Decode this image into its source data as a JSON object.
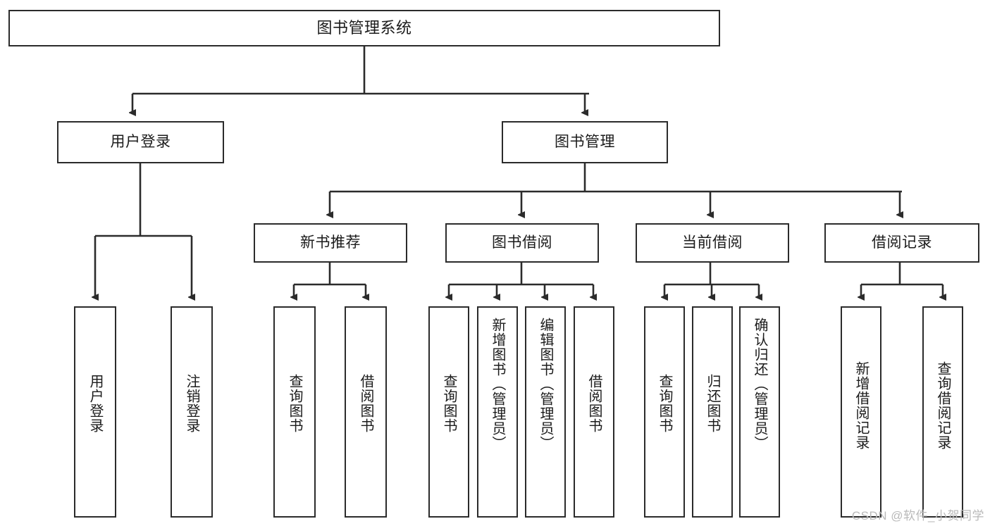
{
  "diagram": {
    "title": "图书管理系统",
    "type": "tree",
    "colors": {
      "box_border": "#2b2b2b",
      "box_fill": "#ffffff",
      "edge": "#2b2b2b",
      "text": "#1b1b1b",
      "watermark": "#b9b9b9"
    },
    "nodes": {
      "root": {
        "label": "图书管理系统"
      },
      "level1": [
        {
          "id": "user-login",
          "label": "用户登录"
        },
        {
          "id": "book-manage",
          "label": "图书管理"
        }
      ],
      "level2": [
        {
          "id": "new-book-recommend",
          "label": "新书推荐"
        },
        {
          "id": "book-borrow",
          "label": "图书借阅"
        },
        {
          "id": "current-borrow",
          "label": "当前借阅"
        },
        {
          "id": "borrow-record",
          "label": "借阅记录"
        }
      ],
      "leaves": {
        "user-login": [
          {
            "id": "leaf-user-login",
            "label": "用户登录"
          },
          {
            "id": "leaf-logout-login",
            "label": "注销登录"
          }
        ],
        "new-book-recommend": [
          {
            "id": "leaf-query-book-1",
            "label": "查询图书"
          },
          {
            "id": "leaf-borrow-book-1",
            "label": "借阅图书"
          }
        ],
        "book-borrow": [
          {
            "id": "leaf-query-book-2",
            "label": "查询图书"
          },
          {
            "id": "leaf-add-book",
            "label": "新增图书（管理员）"
          },
          {
            "id": "leaf-edit-book",
            "label": "编辑图书（管理员）"
          },
          {
            "id": "leaf-borrow-book-2",
            "label": "借阅图书"
          }
        ],
        "current-borrow": [
          {
            "id": "leaf-query-book-3",
            "label": "查询图书"
          },
          {
            "id": "leaf-return-book",
            "label": "归还图书"
          },
          {
            "id": "leaf-confirm-return",
            "label": "确认归还（管理员）"
          }
        ],
        "borrow-record": [
          {
            "id": "leaf-add-record",
            "label": "新增借阅记录"
          },
          {
            "id": "leaf-query-record",
            "label": "查询借阅记录"
          }
        ]
      }
    },
    "watermark": "CSDN @软件_小贺同学"
  }
}
